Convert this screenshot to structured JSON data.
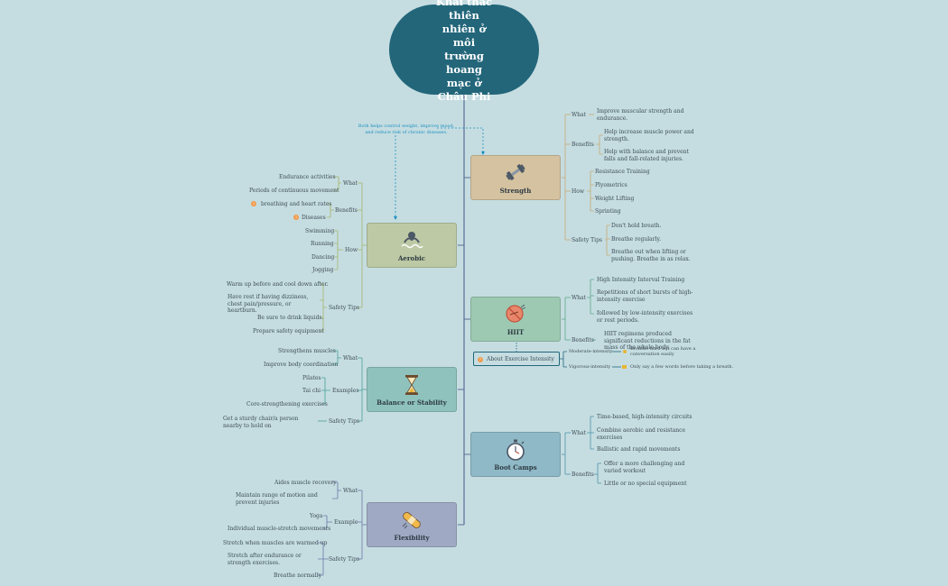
{
  "root": {
    "title": "Khai thác thiên nhiên ở môi trường hoang mạc ở Châu Phi"
  },
  "callout": "Both helps control weight, improve mood, and reduce risk of chronic diseases.",
  "strength": {
    "label": "Strength",
    "what_label": "What",
    "what": [
      "Improve muscular strength and endurance."
    ],
    "benefits_label": "Benefits",
    "benefits": [
      "Help increase muscle power and strength.",
      "Help with balance and prevent falls and fall-related injuries."
    ],
    "how_label": "How",
    "how": [
      "Resistance Training",
      "Plyometrics",
      "Weight Lifting",
      "Sprinting"
    ],
    "tips_label": "Safety Tips",
    "tips": [
      "Don't hold breath.",
      "Breathe regularly.",
      "Breathe out when lifting or pushing. Breathe in as relax."
    ]
  },
  "aerobic": {
    "label": "Aerobic",
    "what_label": "What",
    "what": [
      "Endurance activities",
      "Periods of continuous movement"
    ],
    "benefits_label": "Benefits",
    "benefits": [
      "breathing and heart rates",
      "Diseases"
    ],
    "how_label": "How",
    "how": [
      "Swimming",
      "Running",
      "Dancing",
      "Jogging"
    ],
    "tips_label": "Safety Tips",
    "tips": [
      "Warm up before and cool down after.",
      "Have rest if having dizziness, chest pain/pressure, or heartburn.",
      "Be sure to drink liquids.",
      "Prepare safety equipment"
    ]
  },
  "hiit": {
    "label": "HIIT",
    "what_label": "What",
    "what": [
      "High Intensity Interval Training",
      "Repetitions of short bursts of high-intensity exercise",
      "followed by low-intensity exercises or rest periods."
    ],
    "benefits_label": "Benefits",
    "benefits": [
      "HIIT regimens produced significant reductions in the fat mass of the whole-body."
    ],
    "about_label": "About Exercise Intensity",
    "intensity": [
      {
        "level": "Moderate-intensity",
        "desc": "Breathe hard but can have a conversation easily"
      },
      {
        "level": "Vigorous-intensity",
        "desc": "Only say a few words before taking a breath."
      }
    ]
  },
  "balance": {
    "label": "Balance or Stability",
    "what_label": "What",
    "what": [
      "Strengthens muscles",
      "Improve body coordination"
    ],
    "examples_label": "Examples",
    "examples": [
      "Pilates",
      "Tai chi",
      "Core-strengthening exercises"
    ],
    "tips_label": "Safety Tips",
    "tips": [
      "Get a sturdy chair/a person nearby to hold on"
    ]
  },
  "bootcamps": {
    "label": "Boot Camps",
    "what_label": "What",
    "what": [
      "Time-based, high-intensity circuits",
      "Combine aerobic and resistance exercises",
      "Ballistic and rapid movements"
    ],
    "benefits_label": "Benefits",
    "benefits": [
      "Offer a more challenging and varied workout",
      "Little or no special equipment"
    ]
  },
  "flexibility": {
    "label": "Flexibility",
    "what_label": "What",
    "what": [
      "Aides muscle recovery",
      "Maintain range of motion and prevent injuries"
    ],
    "example_label": "Example",
    "example": [
      "Yoga",
      "Individual muscle-stretch movements"
    ],
    "tips_label": "Safety Tips",
    "tips": [
      "Stretch when muscles are warmed up",
      "Stretch after endurance or strength exercises.",
      "Breathe normally"
    ]
  },
  "colors": {
    "background": "#c5dde1",
    "root": "#23667a",
    "strength": "#d5c2a0",
    "aerobic": "#bcc9a4",
    "hiit": "#9dc9b2",
    "balance": "#8fc2bd",
    "bootcamps": "#8fb9c6",
    "flexibility": "#a0a9c4",
    "callout": "#1e8fc1",
    "badge": "#f39a4b"
  }
}
